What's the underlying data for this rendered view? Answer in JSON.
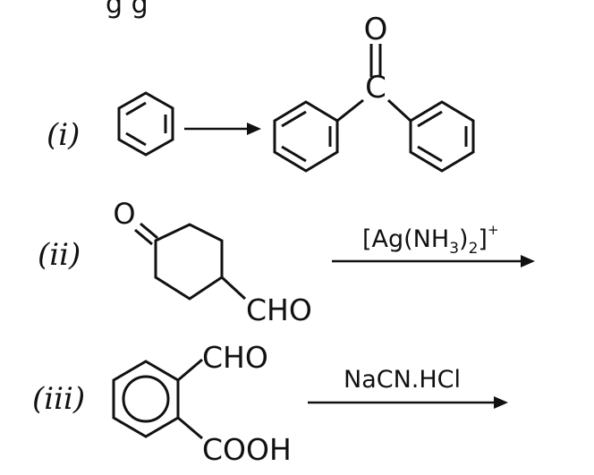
{
  "header_fragment": "g        g",
  "reactions": [
    {
      "label": "(i)",
      "product_atom_O": "O",
      "product_atom_C": "C"
    },
    {
      "label": "(ii)",
      "substituent_ketone": "O",
      "substituent_aldehyde": "CHO",
      "reagent": "[Ag(NH3)2]+",
      "reagent_parts": {
        "lead": "[Ag(NH",
        "sub3": "3",
        "mid": ")",
        "sub2": "2",
        "close": "]",
        "charge": "+"
      }
    },
    {
      "label": "(iii)",
      "substituent_top": "CHO",
      "substituent_bottom": "COOH",
      "reagent": "NaCN.HCl"
    }
  ],
  "colors": {
    "ink": "#111111",
    "background": "#ffffff"
  }
}
